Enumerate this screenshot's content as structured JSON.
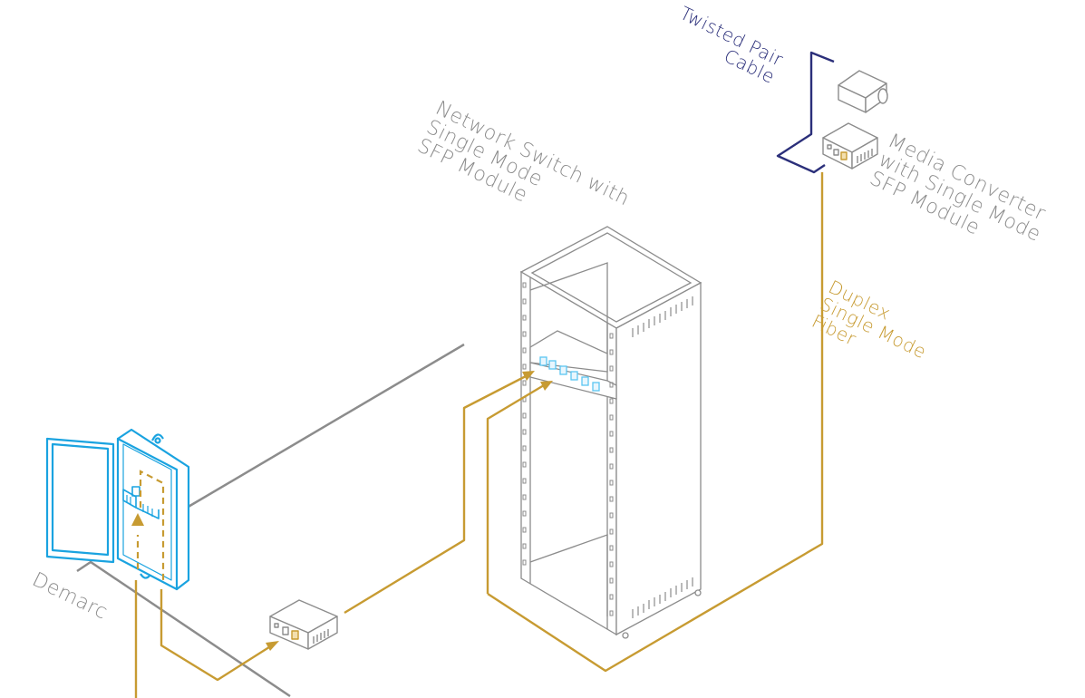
{
  "colors": {
    "fiber": "#c79b32",
    "twisted_pair": "#2b2f7a",
    "equipment_outline": "#8c8c8c",
    "demarc_box": "#1aa3e0",
    "ports": "#5bc6f2",
    "label_gray": "#8c8c8c"
  },
  "labels": {
    "switch": "Network Switch with\nSingle Mode\nSFP Module",
    "twisted_pair": "Twisted Pair\nCable",
    "media_converter": "Media Converter\nwith Single Mode\nSFP Module",
    "fiber": "Duplex\nSingle Mode\nFiber",
    "demarc": "Demarc"
  },
  "icons": [
    "rack-cabinet-icon",
    "demarc-enclosure-icon",
    "media-converter-icon",
    "camera-icon"
  ]
}
